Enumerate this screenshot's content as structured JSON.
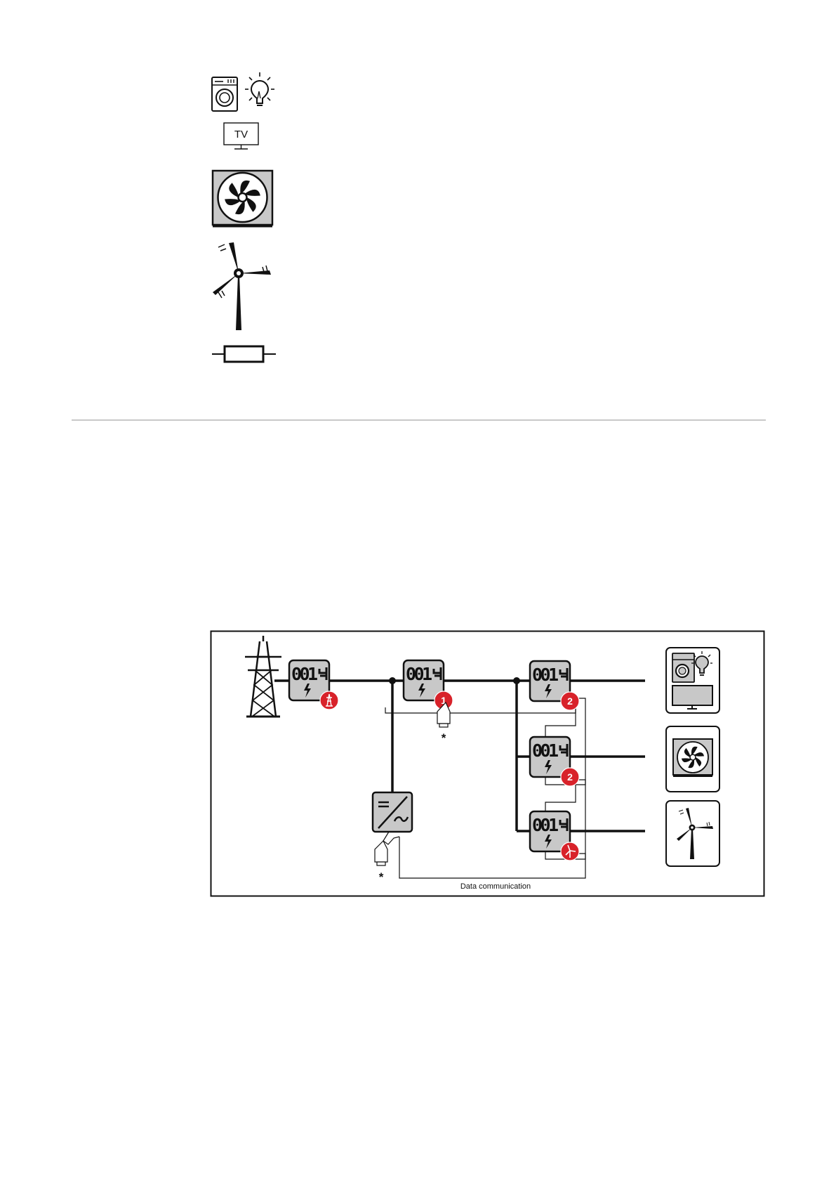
{
  "legend": {
    "tv_label": "TV"
  },
  "diagram": {
    "meter_display": "001",
    "badges": {
      "primary": "1",
      "secondary_a": "2",
      "secondary_b": "2"
    },
    "asterisk": "*",
    "data_link_label": "Data communication"
  },
  "colors": {
    "badge_red": "#d8222a",
    "device_gray": "#c8c8c8",
    "line": "#111111",
    "separator": "#c9c9c9"
  }
}
